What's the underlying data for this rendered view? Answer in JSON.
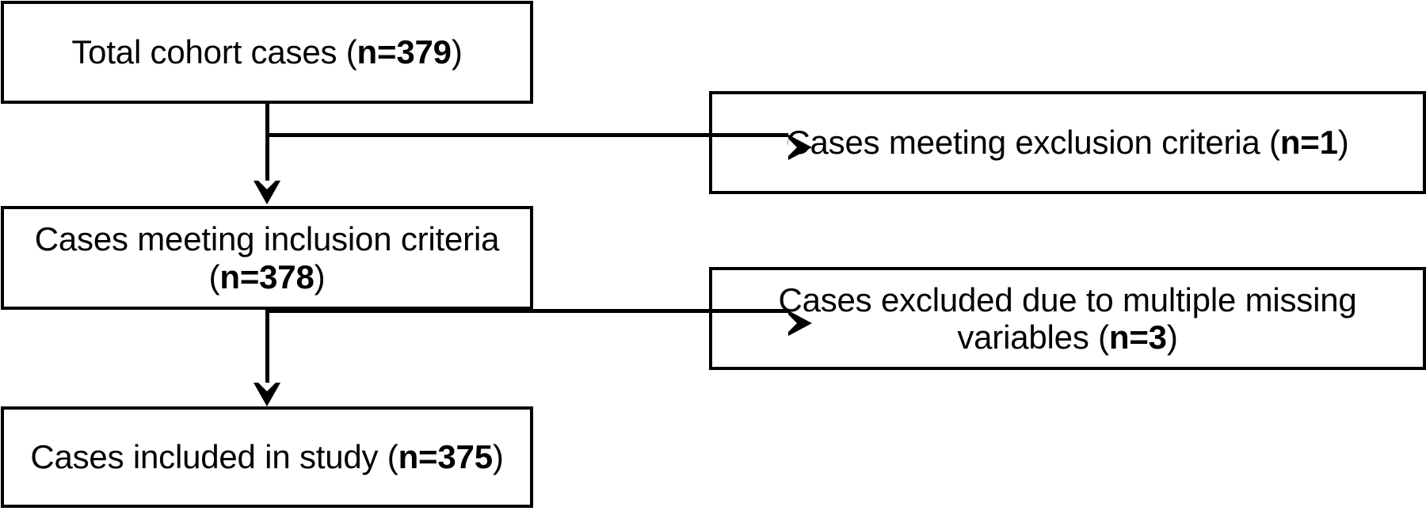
{
  "diagram": {
    "type": "flowchart",
    "title": "Study cohort selection flow diagram",
    "colors": {
      "background": "#ffffff",
      "box_border": "#000000",
      "text": "#000000",
      "connector": "#000000"
    },
    "nodes": [
      {
        "id": "total-cohort",
        "text": "Total cohort cases (n=379)",
        "prefix": "Total cohort cases (",
        "emphasis": "n=379",
        "suffix": ")",
        "count": 379,
        "column": "left",
        "row": 1
      },
      {
        "id": "inclusion",
        "text": "Cases meeting inclusion criteria (n=378)",
        "prefix": "Cases meeting inclusion criteria (",
        "emphasis": "n=378",
        "suffix": ")",
        "count": 378,
        "column": "left",
        "row": 2
      },
      {
        "id": "included",
        "text": "Cases included in study (n=375)",
        "prefix": "Cases included in study (",
        "emphasis": "n=375",
        "suffix": ")",
        "count": 375,
        "column": "left",
        "row": 3
      },
      {
        "id": "exclusion",
        "text": "Cases meeting exclusion criteria (n=1)",
        "prefix": "Cases meeting exclusion criteria (",
        "emphasis": "n=1",
        "suffix": ")",
        "count": 1,
        "column": "right",
        "row": 1
      },
      {
        "id": "missing-variables",
        "text": "Cases excluded due to multiple missing variables (n=3)",
        "prefix": "Cases excluded due to multiple missing variables (",
        "emphasis": "n=3",
        "suffix": ")",
        "count": 3,
        "column": "right",
        "row": 2
      }
    ],
    "connectors": [
      {
        "id": "conn1-down",
        "from": "total-cohort",
        "to": "included-next",
        "direction": "down",
        "arrowhead": true
      },
      {
        "id": "conn1-right",
        "from": "total-cohort",
        "to": "exclusion",
        "direction": "right",
        "arrowhead": true
      },
      {
        "id": "conn2-down",
        "from": "inclusion",
        "to": "included",
        "direction": "down",
        "arrowhead": true
      },
      {
        "id": "conn2-right",
        "from": "inclusion",
        "to": "missing-variables",
        "direction": "right",
        "arrowhead": true
      }
    ]
  }
}
